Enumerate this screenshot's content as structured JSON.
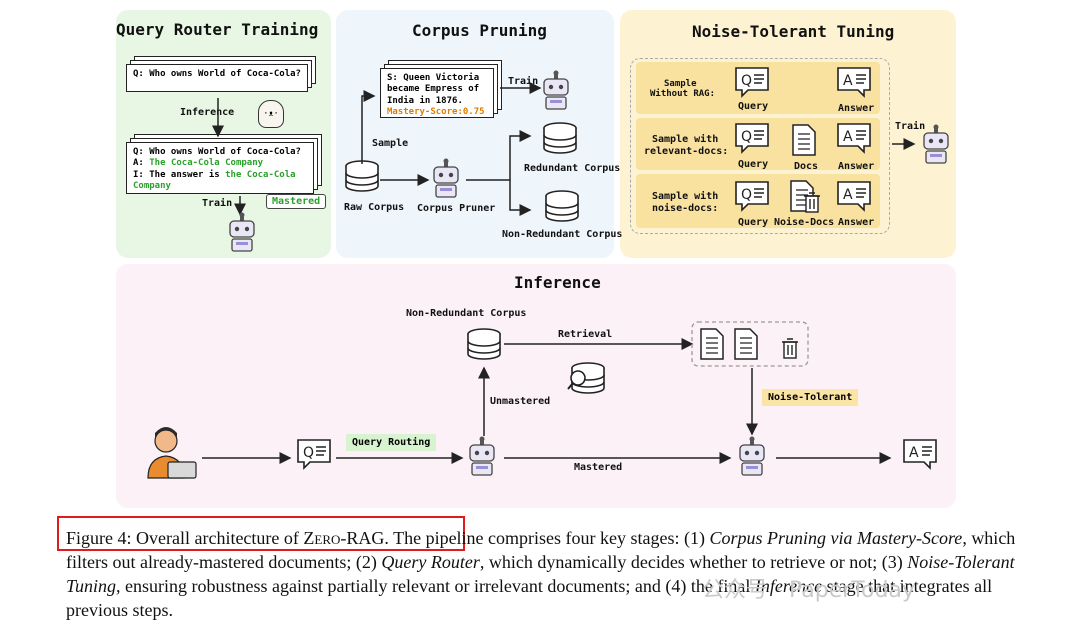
{
  "panels": {
    "query_router": {
      "title": "Query Router Training",
      "question_card": "Q: Who owns World of Coca-Cola?",
      "inference_label": "Inference",
      "answer_card": {
        "q": "Q: Who owns World of Coca-Cola?",
        "a_prefix": "A: ",
        "a_value": "The Coca-Cola Company",
        "i_prefix": "I: The answer is ",
        "i_value": "the Coca-Cola",
        "i_value2": "Company"
      },
      "mastered_badge": "Mastered",
      "train_label": "Train"
    },
    "corpus_pruning": {
      "title": "Corpus Pruning",
      "sample_card": {
        "line1": "S: Queen Victoria",
        "line2": "became Empress of",
        "line3": "India in 1876.",
        "score": "Mastery-Score:0.75"
      },
      "train_label": "Train",
      "sample_label": "Sample",
      "raw_corpus": "Raw Corpus",
      "pruner": "Corpus Pruner",
      "redundant": "Redundant Corpus",
      "non_redundant": "Non-Redundant Corpus"
    },
    "noise_tolerant": {
      "title": "Noise-Tolerant Tuning",
      "rows": [
        {
          "label1": "Sample",
          "label2": "Without RAG:",
          "items": [
            "Query",
            "Answer"
          ]
        },
        {
          "label1": "Sample with",
          "label2": "relevant-docs:",
          "items": [
            "Query",
            "Docs",
            "Answer"
          ]
        },
        {
          "label1": "Sample with",
          "label2": "noise-docs:",
          "items": [
            "Query",
            "Noise-Docs",
            "Answer"
          ]
        }
      ],
      "train_label": "Train"
    },
    "inference": {
      "title": "Inference",
      "non_redundant": "Non-Redundant Corpus",
      "retrieval": "Retrieval",
      "unmastered": "Unmastered",
      "noise_tolerant_tag": "Noise-Tolerant",
      "query_routing": "Query Routing",
      "mastered": "Mastered"
    }
  },
  "caption": {
    "fig_label": "Figure 4: Overall architecture of ",
    "zero": "Zero",
    "rag": "-RAG.",
    "t1": " The pipeline comprises four key stages: (1) ",
    "i1": "Corpus Pruning via Mastery-Score",
    "t2": ", which filters out already-mastered documents; (2) ",
    "i2": "Query Router",
    "t3": ", which dynamically decides whether to retrieve or not; (3) ",
    "i3": "Noise-Tolerant Tuning",
    "t4": ", ensuring robustness against partially relevant or irrelevant documents; and (4) the final ",
    "i4": "Inference",
    "t5": " stage that integrates all previous steps."
  },
  "watermark": "公众号 · PaperToday",
  "colors": {
    "green_panel": "#e8f7e4",
    "blue_panel": "#eef5fb",
    "yellow_panel": "#fdf3d2",
    "pink_panel": "#fbf1f6",
    "accent_red": "#e01b1b",
    "answer_green": "#2aa12a",
    "score_orange": "#e07b00"
  }
}
